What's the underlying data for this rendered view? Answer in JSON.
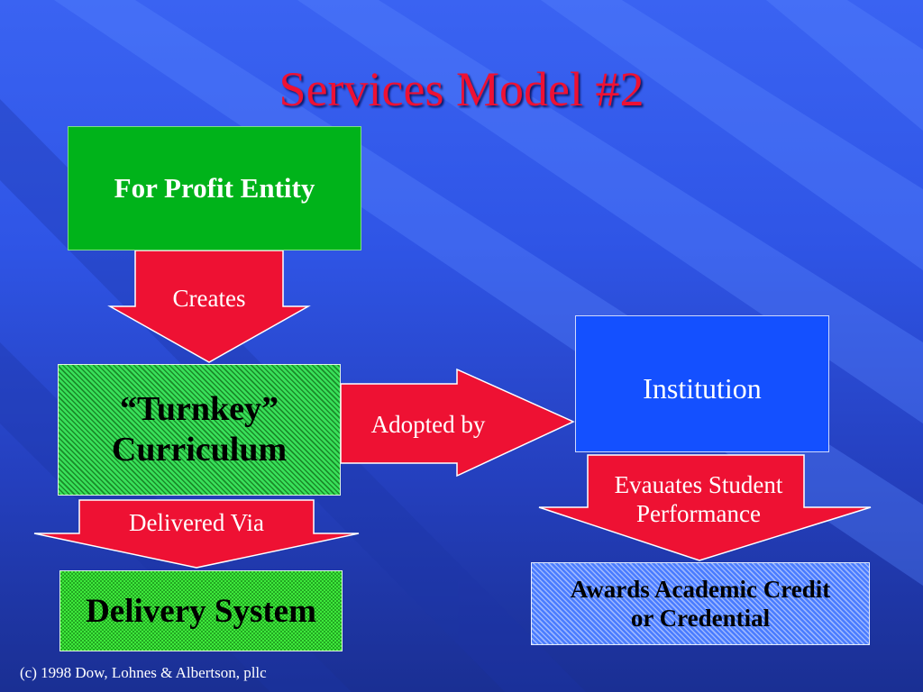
{
  "slide": {
    "title": "Services Model #2",
    "footer": "(c) 1998 Dow, Lohnes & Albertson, pllc"
  },
  "nodes": {
    "for_profit": "For Profit Entity",
    "curriculum_line1": "“Turnkey”",
    "curriculum_line2": "Curriculum",
    "delivery": "Delivery System",
    "institution": "Institution",
    "awards_line1": "Awards Academic Credit",
    "awards_line2": "or Credential"
  },
  "arrows": {
    "creates": "Creates",
    "adopted_by": "Adopted by",
    "delivered_via": "Delivered Via",
    "evaluates_line1": "Evauates Student",
    "evaluates_line2": "Performance"
  },
  "colors": {
    "title": "#ee1133",
    "arrow_fill": "#ee1133",
    "green": "#00b31a",
    "blue": "#1450ff"
  }
}
